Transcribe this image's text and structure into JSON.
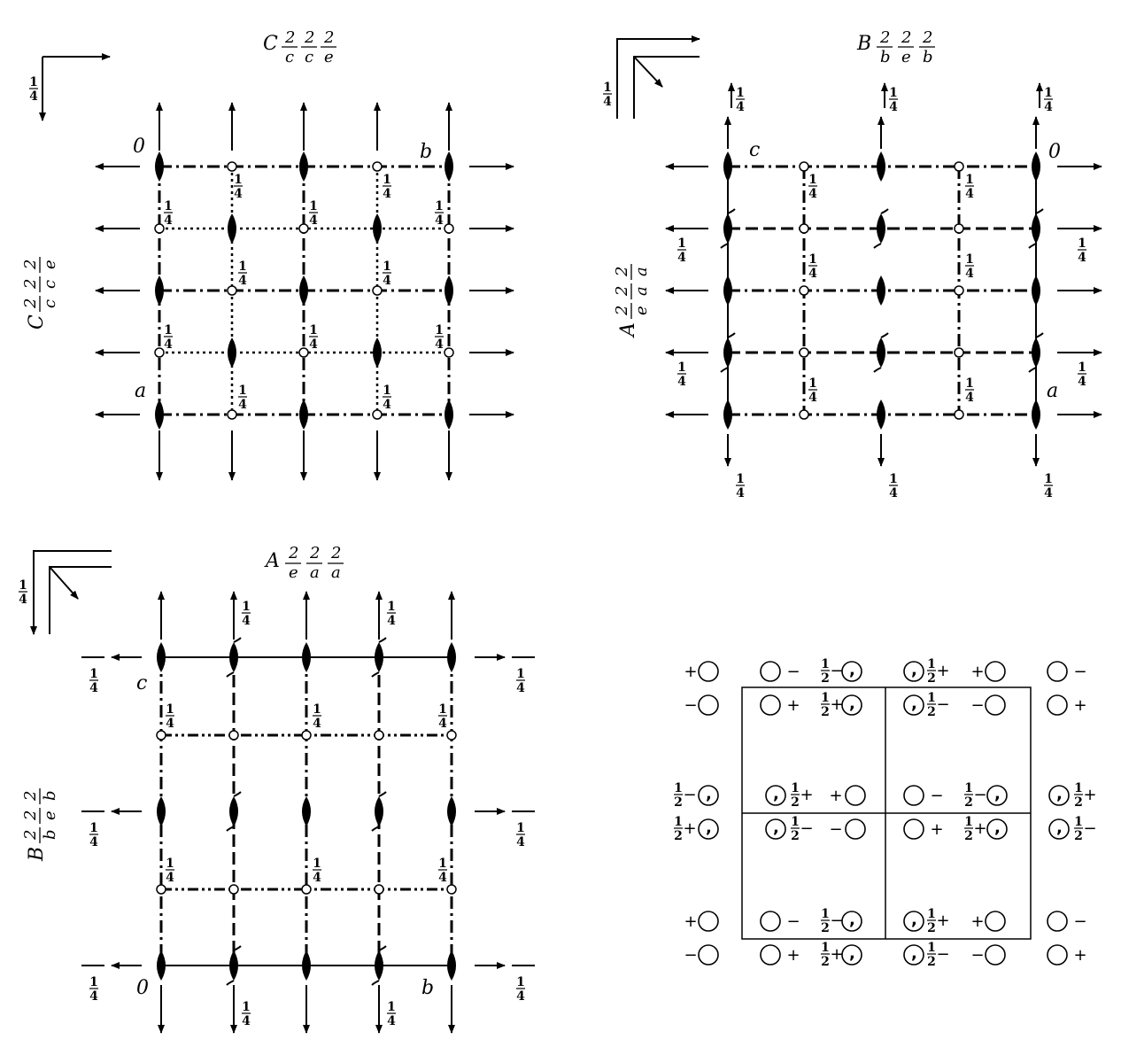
{
  "panels": {
    "top_left": {
      "title": {
        "lead": "C",
        "nums": [
          "2",
          "2",
          "2"
        ],
        "dens": [
          "c",
          "c",
          "e"
        ]
      },
      "side_title": {
        "lead": "C",
        "nums": [
          "2",
          "2",
          "2"
        ],
        "dens": [
          "c",
          "c",
          "e"
        ]
      },
      "origin": "0",
      "axis_a": "a",
      "axis_b": "b",
      "height": "1/4"
    },
    "top_right": {
      "title": {
        "lead": "B",
        "nums": [
          "2",
          "2",
          "2"
        ],
        "dens": [
          "b",
          "e",
          "b"
        ]
      },
      "side_title": {
        "lead": "A",
        "nums": [
          "2",
          "2",
          "2"
        ],
        "dens": [
          "e",
          "a",
          "a"
        ]
      },
      "origin": "0",
      "axis_a": "a",
      "axis_c": "c",
      "height": "1/4"
    },
    "bottom_left": {
      "title": {
        "lead": "A",
        "nums": [
          "2",
          "2",
          "2"
        ],
        "dens": [
          "e",
          "a",
          "a"
        ]
      },
      "side_title": {
        "lead": "B",
        "nums": [
          "2",
          "2",
          "2"
        ],
        "dens": [
          "b",
          "e",
          "b"
        ]
      },
      "origin": "0",
      "axis_b": "b",
      "axis_c": "c",
      "height": "1/4"
    },
    "bottom_right": {
      "plus": "+",
      "minus": "−",
      "half": "1/2",
      "comma": ","
    }
  }
}
